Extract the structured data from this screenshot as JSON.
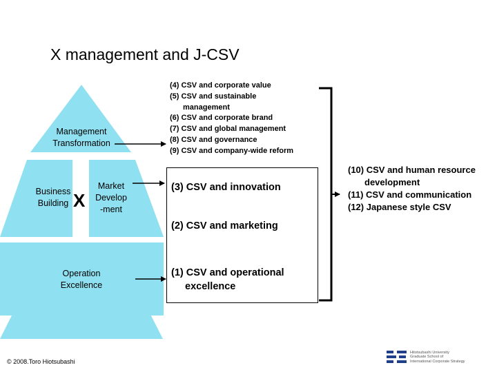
{
  "title": "X management and J-CSV",
  "pyramid": {
    "top_label": [
      "Management",
      "Transformation"
    ],
    "mid_left_label": [
      "Business",
      "Building"
    ],
    "mid_x": "X",
    "mid_right_label": [
      "Market",
      "Develop",
      "-ment"
    ],
    "bottom_label": [
      "Operation",
      "Excellence"
    ]
  },
  "boxes": {
    "top_list": [
      {
        "text": "(4) CSV and corporate value"
      },
      {
        "text": "(5) CSV and sustainable"
      },
      {
        "text": "management",
        "cont": true
      },
      {
        "text": "(6) CSV and corporate brand"
      },
      {
        "text": "(7) CSV and global management"
      },
      {
        "text": "(8) CSV and governance"
      },
      {
        "text": "(9) CSV and company-wide reform"
      }
    ],
    "innovation": "(3) CSV and innovation",
    "marketing": "(2) CSV and marketing",
    "operational": [
      "(1) CSV and operational",
      "excellence"
    ]
  },
  "right_list": [
    {
      "text": "(10) CSV and human resource"
    },
    {
      "text": "development",
      "cont": true
    },
    {
      "text": "(11) CSV and communication"
    },
    {
      "text": "(12) Japanese style CSV"
    }
  ],
  "footer": {
    "copyright": "© 2008.Toro Hiotsubashi",
    "university": [
      "Hitotsubashi University",
      "Graduate School of",
      "International Corporate Strategy"
    ]
  },
  "colors": {
    "pyramid_fill": "#8fe0f0",
    "line": "#000000"
  }
}
